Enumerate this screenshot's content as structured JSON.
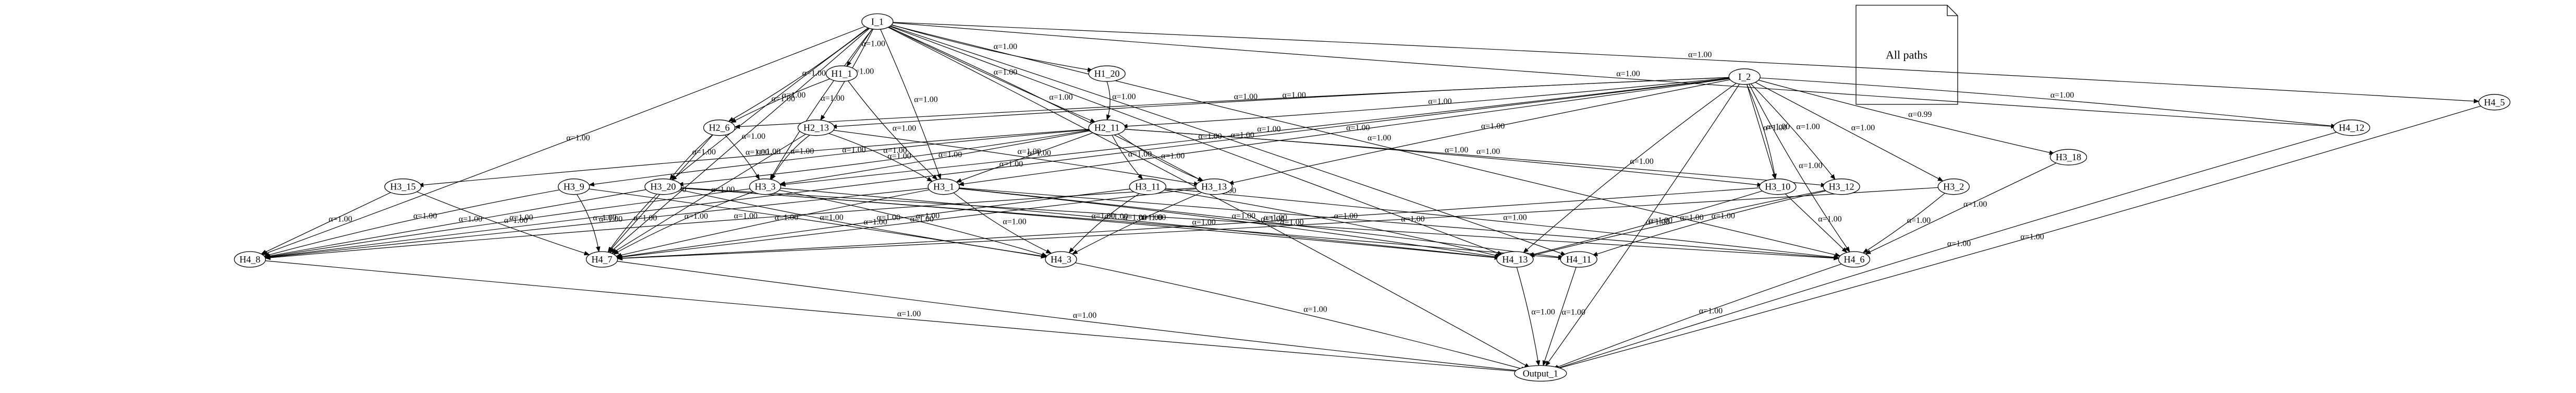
{
  "diagram": {
    "legend_label": "All paths",
    "nodes": [
      {
        "id": "I_1",
        "label": "I_1"
      },
      {
        "id": "I_2",
        "label": "I_2"
      },
      {
        "id": "H1_1",
        "label": "H1_1"
      },
      {
        "id": "H1_20",
        "label": "H1_20"
      },
      {
        "id": "H2_6",
        "label": "H2_6"
      },
      {
        "id": "H2_13",
        "label": "H2_13"
      },
      {
        "id": "H2_11",
        "label": "H2_11"
      },
      {
        "id": "H3_15",
        "label": "H3_15"
      },
      {
        "id": "H3_9",
        "label": "H3_9"
      },
      {
        "id": "H3_20",
        "label": "H3_20"
      },
      {
        "id": "H3_3",
        "label": "H3_3"
      },
      {
        "id": "H3_1",
        "label": "H3_1"
      },
      {
        "id": "H3_11",
        "label": "H3_11"
      },
      {
        "id": "H3_13",
        "label": "H3_13"
      },
      {
        "id": "H3_10",
        "label": "H3_10"
      },
      {
        "id": "H3_12",
        "label": "H3_12"
      },
      {
        "id": "H3_2",
        "label": "H3_2"
      },
      {
        "id": "H3_18",
        "label": "H3_18"
      },
      {
        "id": "H4_8",
        "label": "H4_8"
      },
      {
        "id": "H4_7",
        "label": "H4_7"
      },
      {
        "id": "H4_3",
        "label": "H4_3"
      },
      {
        "id": "H4_13",
        "label": "H4_13"
      },
      {
        "id": "H4_11",
        "label": "H4_11"
      },
      {
        "id": "H4_6",
        "label": "H4_6"
      },
      {
        "id": "H4_12",
        "label": "H4_12"
      },
      {
        "id": "H4_5",
        "label": "H4_5"
      },
      {
        "id": "Output_1",
        "label": "Output_1"
      }
    ],
    "edges": [
      {
        "from": "I_1",
        "to": "Output_1",
        "label": "α=1.00"
      },
      {
        "from": "I_1",
        "to": "H4_8",
        "label": "α=1.00"
      },
      {
        "from": "I_1",
        "to": "H4_7",
        "label": "α=1.00"
      },
      {
        "from": "I_1",
        "to": "H3_20",
        "label": "α=1.00"
      },
      {
        "from": "I_1",
        "to": "H3_3",
        "label": "α=1.00"
      },
      {
        "from": "I_1",
        "to": "H2_6",
        "label": "α=1.00"
      },
      {
        "from": "I_1",
        "to": "H2_13",
        "label": "α=1.00"
      },
      {
        "from": "I_1",
        "to": "H1_1",
        "label": "α=1.00"
      },
      {
        "from": "I_1",
        "to": "H2_11",
        "label": "α=1.00"
      },
      {
        "from": "I_1",
        "to": "H1_20",
        "label": "α=1.00"
      },
      {
        "from": "I_1",
        "to": "H3_13",
        "label": "α=1.00"
      },
      {
        "from": "I_1",
        "to": "H4_11",
        "label": "α=1.00"
      },
      {
        "from": "I_1",
        "to": "H4_13",
        "label": "α=1.00"
      },
      {
        "from": "I_1",
        "to": "H4_6",
        "label": "α=1.00"
      },
      {
        "from": "I_1",
        "to": "H4_12",
        "label": "α=1.00"
      },
      {
        "from": "I_1",
        "to": "H4_5",
        "label": "α=1.00"
      },
      {
        "from": "I_1",
        "to": "H3_1",
        "label": "α=1.00"
      },
      {
        "from": "I_2",
        "to": "H4_8",
        "label": "α=1.00"
      },
      {
        "from": "I_2",
        "to": "H2_6",
        "label": "α=1.00"
      },
      {
        "from": "I_2",
        "to": "H2_13",
        "label": "α=1.00"
      },
      {
        "from": "I_2",
        "to": "H2_11",
        "label": "α=1.00"
      },
      {
        "from": "I_2",
        "to": "H3_3",
        "label": "α=1.00"
      },
      {
        "from": "I_2",
        "to": "H3_1",
        "label": "α=1.00"
      },
      {
        "from": "I_2",
        "to": "H3_13",
        "label": "α=1.00"
      },
      {
        "from": "I_2",
        "to": "H4_13",
        "label": "α=1.00"
      },
      {
        "from": "I_2",
        "to": "H3_10",
        "label": "α=1.00"
      },
      {
        "from": "I_2",
        "to": "H3_12",
        "label": "α=1.00"
      },
      {
        "from": "I_2",
        "to": "H3_2",
        "label": "α=1.00"
      },
      {
        "from": "I_2",
        "to": "H3_18",
        "label": "α=0.99"
      },
      {
        "from": "I_2",
        "to": "H4_6",
        "label": "α=1.00"
      },
      {
        "from": "I_2",
        "to": "H4_12",
        "label": "α=1.00"
      },
      {
        "from": "I_2",
        "to": "Output_1",
        "label": "α=1.00"
      },
      {
        "from": "I_2",
        "to": "H3_10",
        "label": "α=1.00"
      },
      {
        "from": "H1_1",
        "to": "H2_6",
        "label": "α=1.00"
      },
      {
        "from": "H1_1",
        "to": "H3_1",
        "label": "α=1.00"
      },
      {
        "from": "H1_20",
        "to": "H2_11",
        "label": "α=1.00"
      },
      {
        "from": "H2_6",
        "to": "H3_3",
        "label": "α=1.00"
      },
      {
        "from": "H2_6",
        "to": "H4_7",
        "label": "α=1.00"
      },
      {
        "from": "H2_6",
        "to": "H3_20",
        "label": "α=1.00"
      },
      {
        "from": "H2_13",
        "to": "H3_3",
        "label": "α=1.00"
      },
      {
        "from": "H2_13",
        "to": "H3_1",
        "label": "α=1.00"
      },
      {
        "from": "H2_13",
        "to": "H3_13",
        "label": "α=1.00"
      },
      {
        "from": "H2_13",
        "to": "H4_7",
        "label": "α=1.00"
      },
      {
        "from": "H2_11",
        "to": "H3_15",
        "label": "α=1.00"
      },
      {
        "from": "H2_11",
        "to": "H3_9",
        "label": "α=1.00"
      },
      {
        "from": "H2_11",
        "to": "H3_20",
        "label": "α=1.00"
      },
      {
        "from": "H2_11",
        "to": "H3_3",
        "label": "α=1.00"
      },
      {
        "from": "H2_11",
        "to": "H3_1",
        "label": "α=1.00"
      },
      {
        "from": "H2_11",
        "to": "H3_11",
        "label": "α=1.00"
      },
      {
        "from": "H2_11",
        "to": "H3_13",
        "label": "α=1.00"
      },
      {
        "from": "H2_11",
        "to": "H3_10",
        "label": "α=1.00"
      },
      {
        "from": "H2_11",
        "to": "H3_12",
        "label": "α=1.00"
      },
      {
        "from": "H3_15",
        "to": "H4_8",
        "label": "α=1.00"
      },
      {
        "from": "H3_15",
        "to": "H4_7",
        "label": "α=1.00"
      },
      {
        "from": "H3_9",
        "to": "H4_8",
        "label": "α=1.00"
      },
      {
        "from": "H3_9",
        "to": "H4_7",
        "label": "α=1.00"
      },
      {
        "from": "H3_9",
        "to": "H4_3",
        "label": "α=1.00"
      },
      {
        "from": "H3_20",
        "to": "H4_8",
        "label": "α=1.00"
      },
      {
        "from": "H3_20",
        "to": "H4_7",
        "label": "α=1.00"
      },
      {
        "from": "H3_20",
        "to": "H4_3",
        "label": "α=1.00"
      },
      {
        "from": "H3_20",
        "to": "H4_13",
        "label": "α=1.00"
      },
      {
        "from": "H3_20",
        "to": "H4_11",
        "label": "α=1.00"
      },
      {
        "from": "H3_20",
        "to": "H4_6",
        "label": "α=1.00"
      },
      {
        "from": "H3_3",
        "to": "H4_8",
        "label": "α=1.00"
      },
      {
        "from": "H3_3",
        "to": "H4_7",
        "label": "α=1.00"
      },
      {
        "from": "H3_3",
        "to": "H4_3",
        "label": "α=1.00"
      },
      {
        "from": "H3_3",
        "to": "H4_13",
        "label": "α=1.00"
      },
      {
        "from": "H3_1",
        "to": "H4_8",
        "label": "α=1.00"
      },
      {
        "from": "H3_1",
        "to": "H4_7",
        "label": "α=1.00"
      },
      {
        "from": "H3_1",
        "to": "H4_3",
        "label": "α=1.00"
      },
      {
        "from": "H3_1",
        "to": "H4_13",
        "label": "α=1.00"
      },
      {
        "from": "H3_1",
        "to": "H4_11",
        "label": "α=1.00"
      },
      {
        "from": "H3_1",
        "to": "H4_6",
        "label": "α=1.00"
      },
      {
        "from": "H3_11",
        "to": "H4_7",
        "label": "α=1.00"
      },
      {
        "from": "H3_11",
        "to": "H4_3",
        "label": "α=1.00"
      },
      {
        "from": "H3_11",
        "to": "H4_13",
        "label": "α=1.00"
      },
      {
        "from": "H3_11",
        "to": "H4_6",
        "label": "α=1.00"
      },
      {
        "from": "H3_13",
        "to": "H4_7",
        "label": "α=1.00"
      },
      {
        "from": "H3_13",
        "to": "H4_3",
        "label": "α=1.00"
      },
      {
        "from": "H3_13",
        "to": "H4_8",
        "label": "α=1.00"
      },
      {
        "from": "H3_10",
        "to": "H4_7",
        "label": "α=1.00"
      },
      {
        "from": "H3_10",
        "to": "H4_13",
        "label": "α=1.00"
      },
      {
        "from": "H3_10",
        "to": "H4_6",
        "label": "α=1.00"
      },
      {
        "from": "H3_12",
        "to": "H4_13",
        "label": "α=1.00"
      },
      {
        "from": "H3_12",
        "to": "H4_11",
        "label": "α=1.00"
      },
      {
        "from": "H3_2",
        "to": "H4_7",
        "label": "α=1.00"
      },
      {
        "from": "H3_2",
        "to": "H4_6",
        "label": "α=1.00"
      },
      {
        "from": "H3_18",
        "to": "H4_6",
        "label": "α=1.00"
      },
      {
        "from": "H4_8",
        "to": "Output_1",
        "label": "α=1.00"
      },
      {
        "from": "H4_7",
        "to": "Output_1",
        "label": "α=1.00"
      },
      {
        "from": "H4_3",
        "to": "Output_1",
        "label": "α=1.00"
      },
      {
        "from": "H4_13",
        "to": "Output_1",
        "label": "α=1.00"
      },
      {
        "from": "H4_11",
        "to": "Output_1",
        "label": "α=1.00"
      },
      {
        "from": "H4_6",
        "to": "Output_1",
        "label": "α=1.00"
      },
      {
        "from": "H4_12",
        "to": "Output_1",
        "label": "α=1.00"
      },
      {
        "from": "H4_5",
        "to": "Output_1",
        "label": "α=1.00"
      }
    ]
  }
}
